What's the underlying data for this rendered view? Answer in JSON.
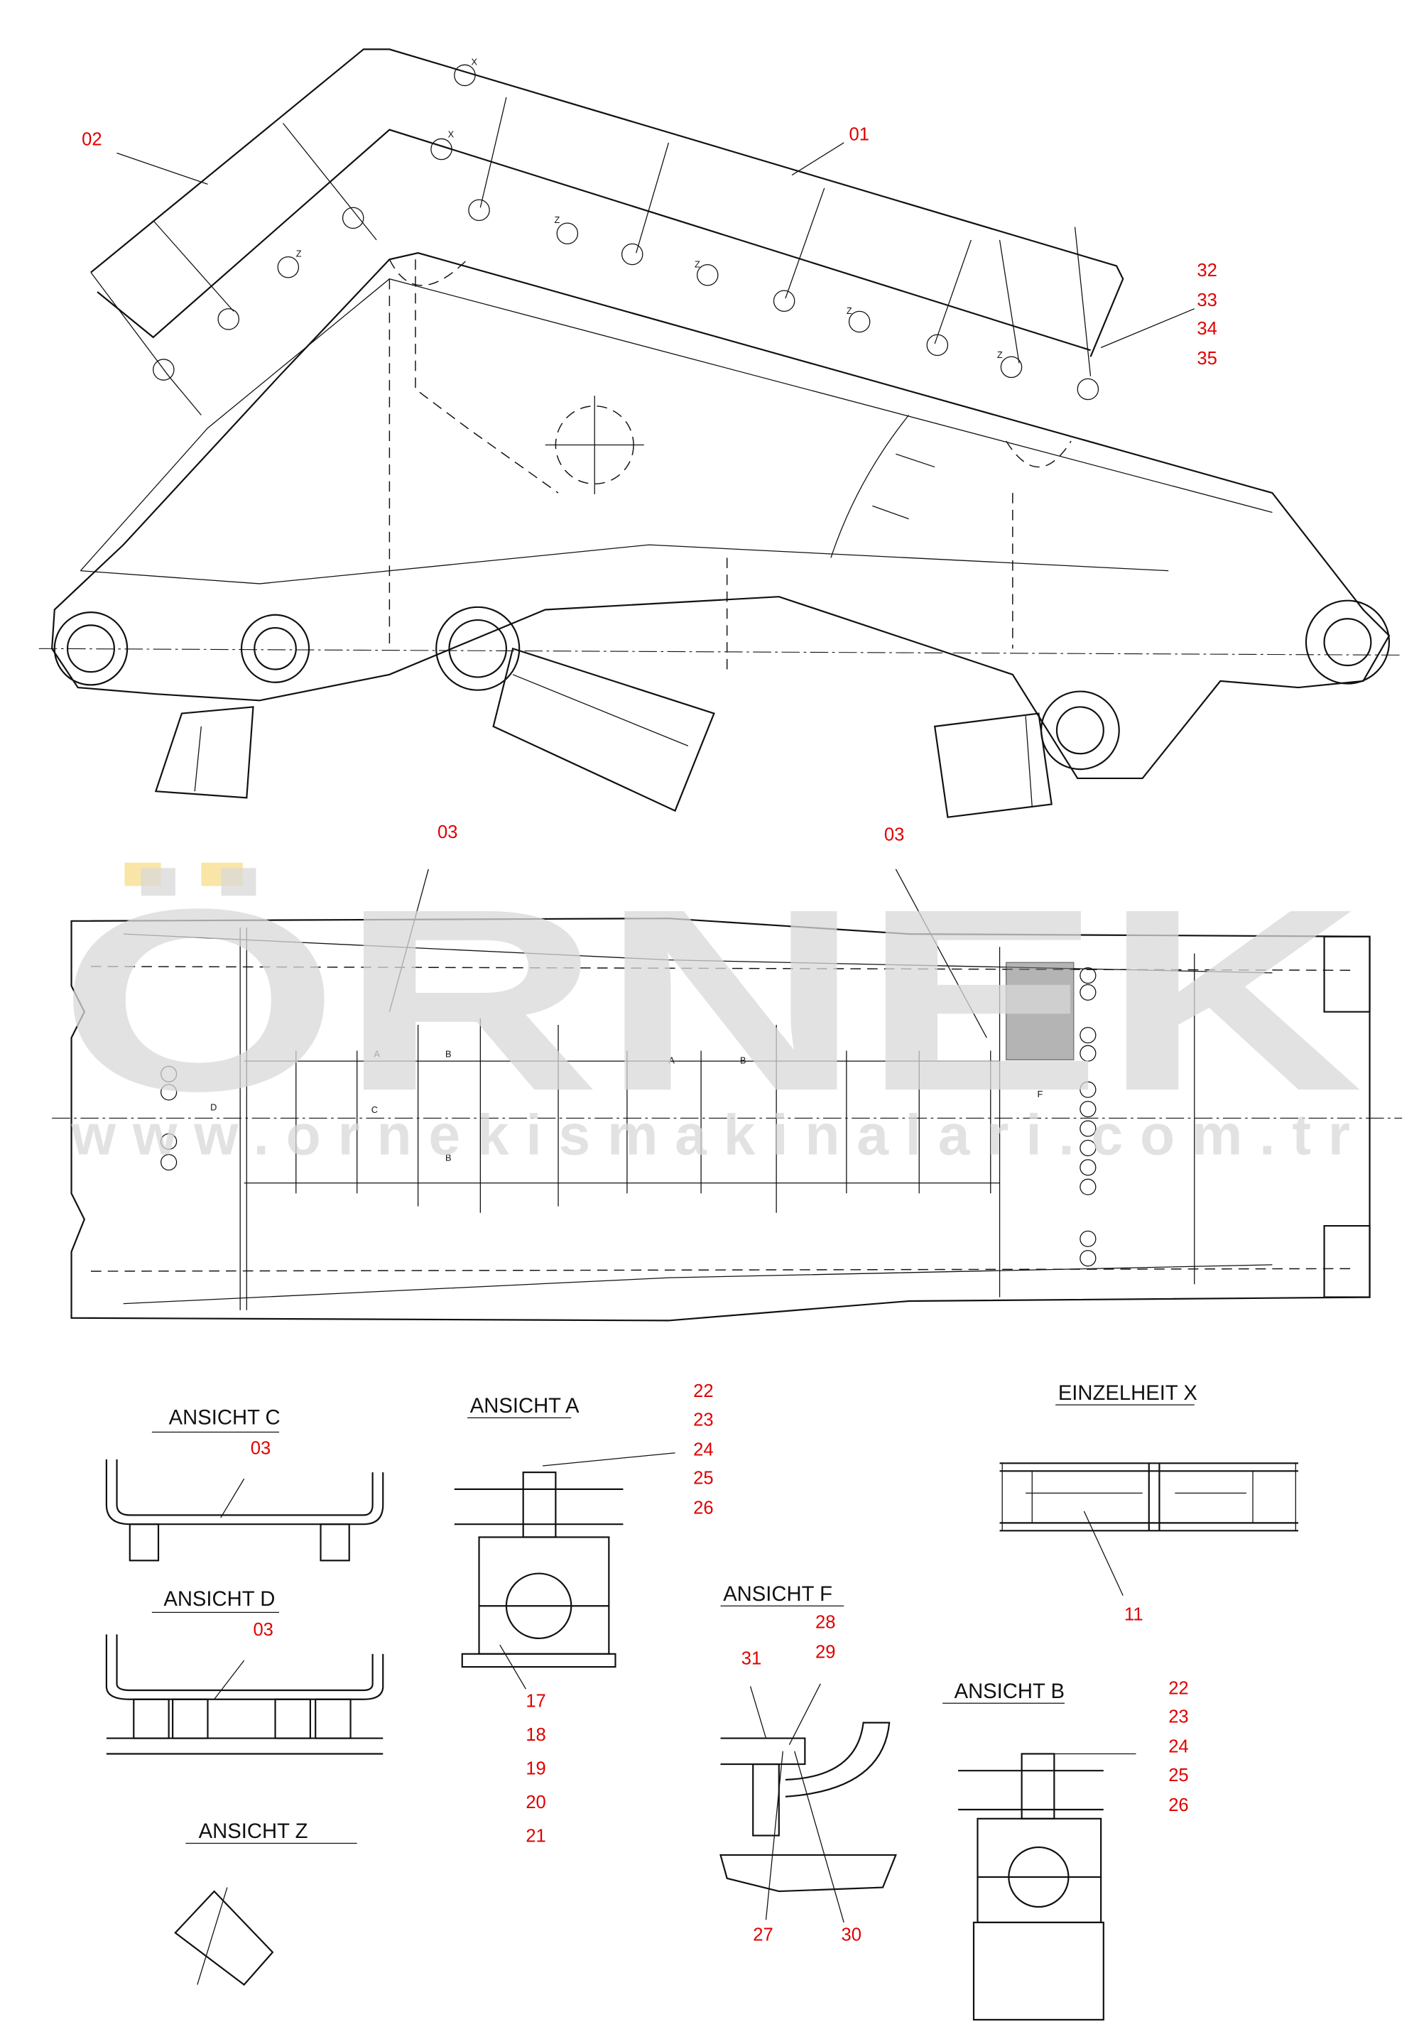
{
  "drawing": {
    "watermark": {
      "brand": "ÖRNEK",
      "url": "www.ornekismakinalari.com.tr"
    },
    "main_view_labels": [
      "01",
      "02",
      "32",
      "33",
      "34",
      "35"
    ],
    "main_view_marks": {
      "x": "X",
      "z": "Z"
    },
    "top_view_labels": [
      "03",
      "03"
    ],
    "top_view_marks": {
      "a": "A",
      "b": "B",
      "c": "C",
      "d": "D",
      "f": "F"
    },
    "views": {
      "ansicht_c": {
        "title": "ANSICHT C",
        "labels": [
          "03"
        ]
      },
      "ansicht_d": {
        "title": "ANSICHT D",
        "labels": [
          "03"
        ]
      },
      "ansicht_z": {
        "title": "ANSICHT Z"
      },
      "ansicht_a": {
        "title": "ANSICHT A",
        "labels_top": [
          "22",
          "23",
          "24",
          "25",
          "26"
        ],
        "labels_bottom": [
          "17",
          "18",
          "19",
          "20",
          "21"
        ]
      },
      "ansicht_f": {
        "title": "ANSICHT F",
        "labels": [
          "28",
          "29",
          "31",
          "27",
          "30"
        ]
      },
      "ansicht_b": {
        "title": "ANSICHT B",
        "labels": [
          "22",
          "23",
          "24",
          "25",
          "26"
        ]
      },
      "einzelheit_x": {
        "title": "EINZELHEIT X",
        "labels": [
          "11"
        ]
      }
    },
    "colors": {
      "label": "#e00000",
      "line": "#111111",
      "watermark": "#d9d9d9",
      "watermark_accent": "#f5d46a"
    }
  }
}
